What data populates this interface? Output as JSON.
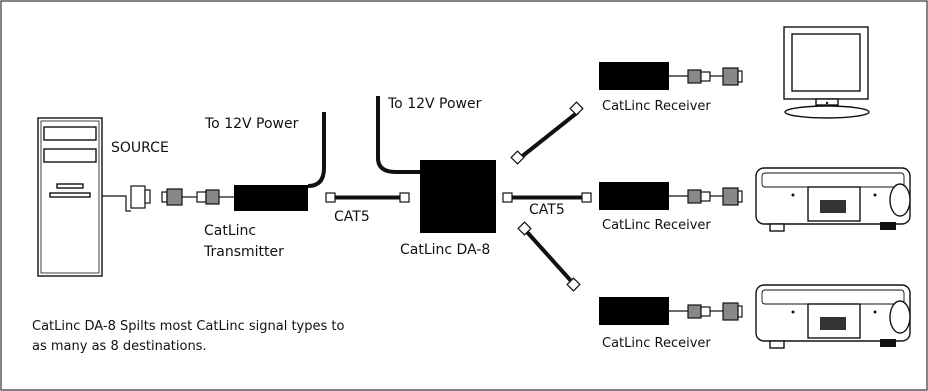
{
  "labels": {
    "source": "SOURCE",
    "power_left": "To 12V Power",
    "power_right": "To 12V Power",
    "transmitter_line1": "CatLinc",
    "transmitter_line2": "Transmitter",
    "cat5_left": "CAT5",
    "cat5_right": "CAT5",
    "da8": "CatLinc DA-8",
    "receiver_1": "CatLinc Receiver",
    "receiver_2": "CatLinc Receiver",
    "receiver_3": "CatLinc Receiver",
    "caption_line1": "CatLinc DA-8 Spilts most CatLinc signal types to",
    "caption_line2": "as many as 8 destinations."
  },
  "colors": {
    "ink": "#111111",
    "device_fill": "#000000",
    "background": "#ffffff"
  }
}
